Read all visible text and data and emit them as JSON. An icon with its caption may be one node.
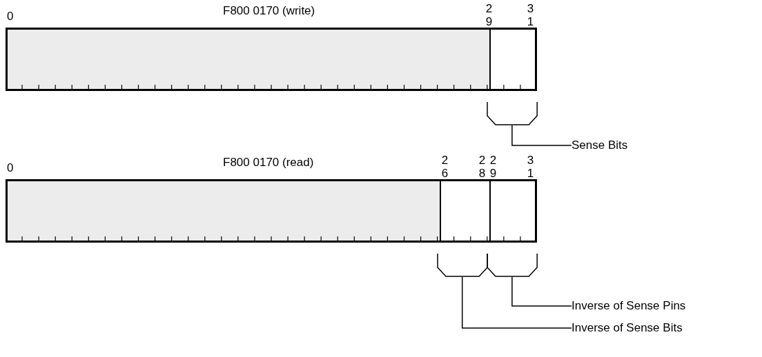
{
  "diagram": {
    "nodes": [
      {
        "text": [
          "F800 0170 (write)"
        ]
      },
      {
        "text": [],
        "shape": "box",
        "in": 0
      },
      {
        "text": [],
        "shape": "box",
        "in": 0
      },
      {
        "text": [],
        "shape": "bracket"
      },
      {
        "text": [
          "Sense Bits"
        ]
      },
      {
        "text": [
          "F800 0170 (read)"
        ]
      },
      {
        "text": [],
        "shape": "box",
        "in": 5
      },
      {
        "text": [],
        "shape": "box",
        "in": 5
      },
      {
        "text": [],
        "shape": "box",
        "in": 5
      },
      {
        "text": [],
        "shape": "bracket"
      },
      {
        "text": [],
        "shape": "bracket"
      },
      {
        "text": [
          "Inverse of Sense Pins"
        ]
      },
      {
        "text": [
          "Inverse of Sense Bits"
        ]
      }
    ],
    "edges": [
      {
        "from": 4,
        "to": 3,
        "arrow": "none"
      },
      {
        "from": 11,
        "to": 10,
        "arrow": "none"
      },
      {
        "from": 12,
        "to": 9,
        "arrow": "none"
      }
    ],
    "labels": [
      "0",
      "29",
      "31",
      "0",
      "26",
      "28",
      "29",
      "31"
    ]
  }
}
